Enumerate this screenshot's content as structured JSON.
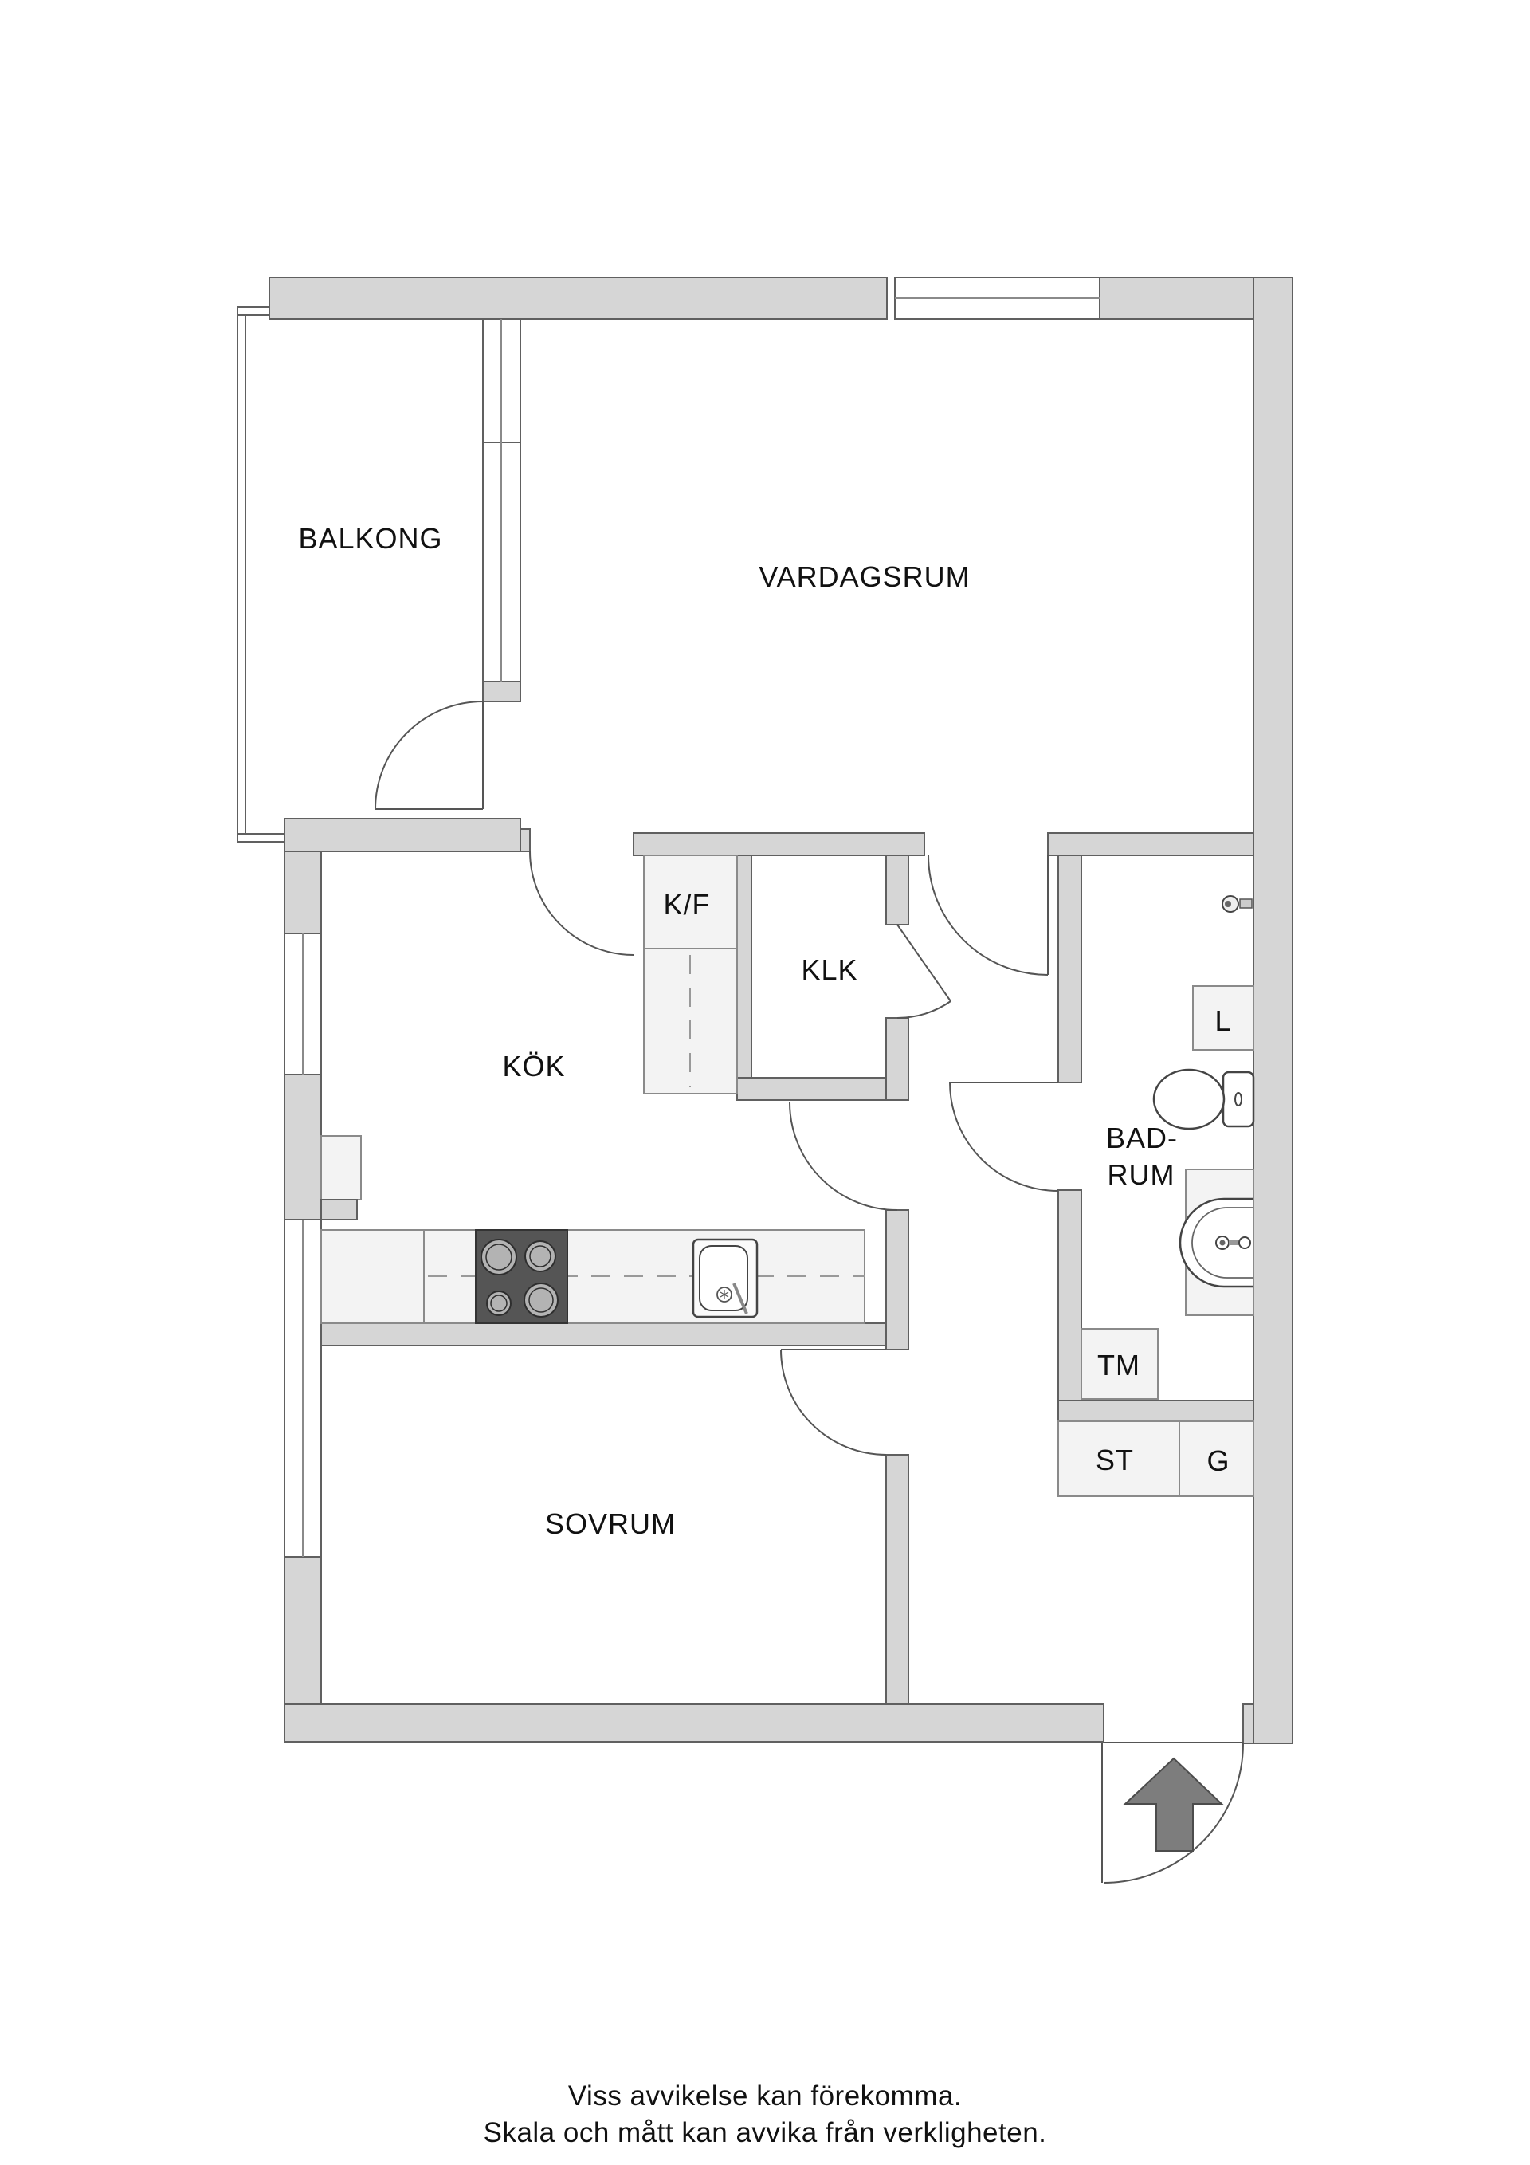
{
  "rooms": {
    "balcony": "BALKONG",
    "living_room": "VARDAGSRUM",
    "fridge_freezer": "K/F",
    "closet": "KLK",
    "kitchen": "KÖK",
    "bathroom_line1": "BAD-",
    "bathroom_line2": "RUM",
    "linen_cabinet": "L",
    "washing_machine": "TM",
    "cleaning_closet": "ST",
    "wardrobe": "G",
    "bedroom": "SOVRUM"
  },
  "disclaimer": {
    "line1": "Viss avvikelse kan förekomma.",
    "line2": "Skala och mått kan avvika från verkligheten."
  },
  "fixtures": [
    "stove-icon",
    "kitchen-sink-icon",
    "toilet-icon",
    "bathroom-sink-icon",
    "shower-mixer-icon",
    "entry-arrow-icon",
    "fridge-freezer-cabinet",
    "washing-machine-box",
    "linen-cabinet-box",
    "cleaning-closet-box",
    "wardrobe-box"
  ],
  "colors": {
    "background": "#ffffff",
    "wall": "#d6d6d6",
    "wall_outline": "#606060",
    "fixture_fill": "#f3f3f3",
    "stove": "#555555",
    "burner": "#b3b3b3",
    "entry_arrow": "#7d7d7d",
    "text": "#111111"
  }
}
